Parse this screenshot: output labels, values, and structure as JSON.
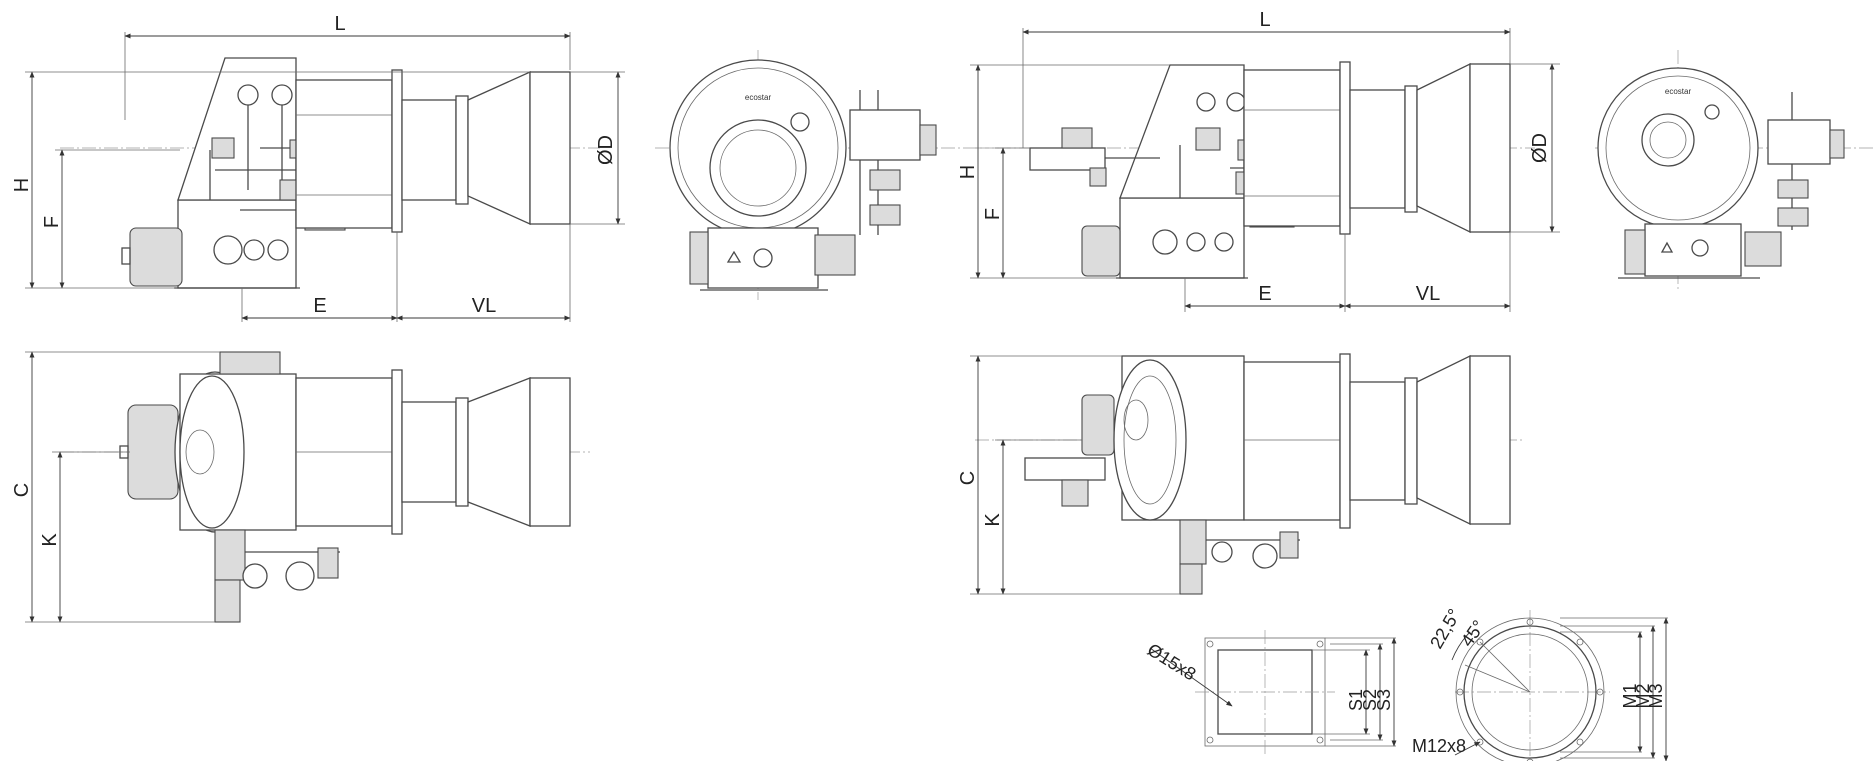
{
  "dimensions": {
    "length": "L",
    "height": "H",
    "axis_height": "F",
    "diameter": "ØD",
    "base_length": "E",
    "variable_length": "VL",
    "width": "C",
    "axis_width": "K",
    "bolt_holes": "Ø15x8",
    "thread_holes": "M12x8",
    "angle_a": "22,5°",
    "angle_b": "45°",
    "s1": "S1",
    "s2": "S2",
    "s3": "S3",
    "m1": "M1",
    "m2": "M2",
    "m3": "M3"
  },
  "brand_text": "ecostar"
}
